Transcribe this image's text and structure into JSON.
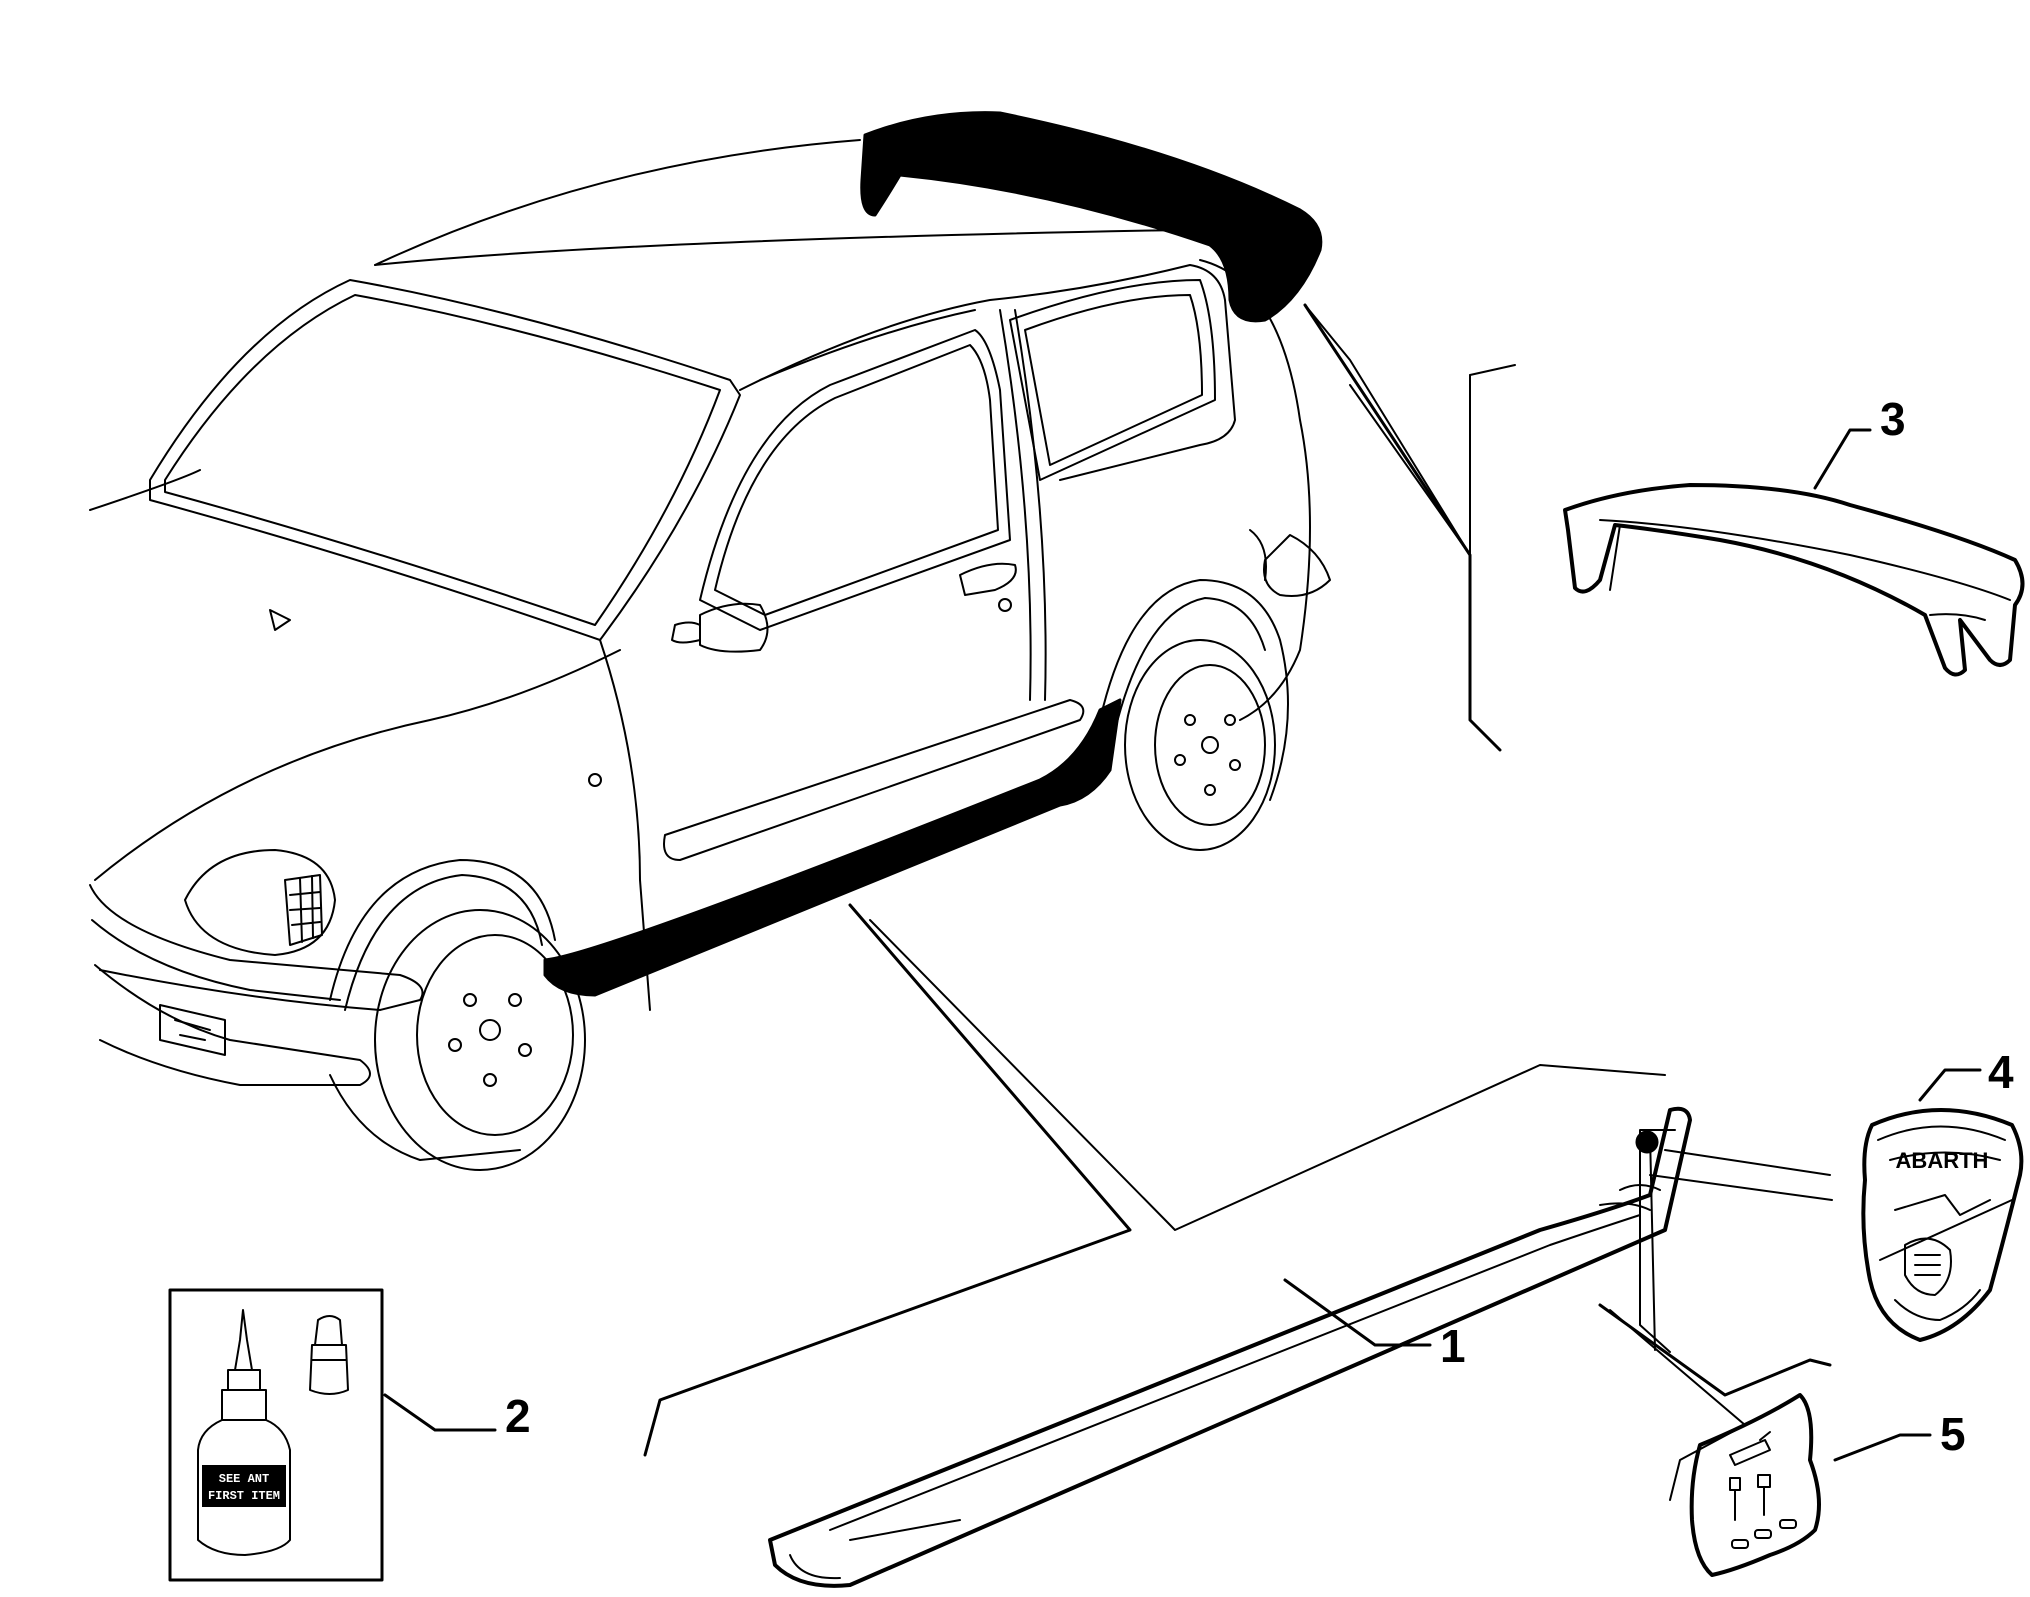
{
  "callouts": [
    {
      "id": "part-1",
      "label": "1"
    },
    {
      "id": "part-2",
      "label": "2"
    },
    {
      "id": "part-3",
      "label": "3"
    },
    {
      "id": "part-4",
      "label": "4"
    },
    {
      "id": "part-5",
      "label": "5"
    }
  ],
  "labels": {
    "badge_text": "ABARTH",
    "kit_text_1": "SEE   ANT",
    "kit_text_2": "FIRST ITEM"
  }
}
